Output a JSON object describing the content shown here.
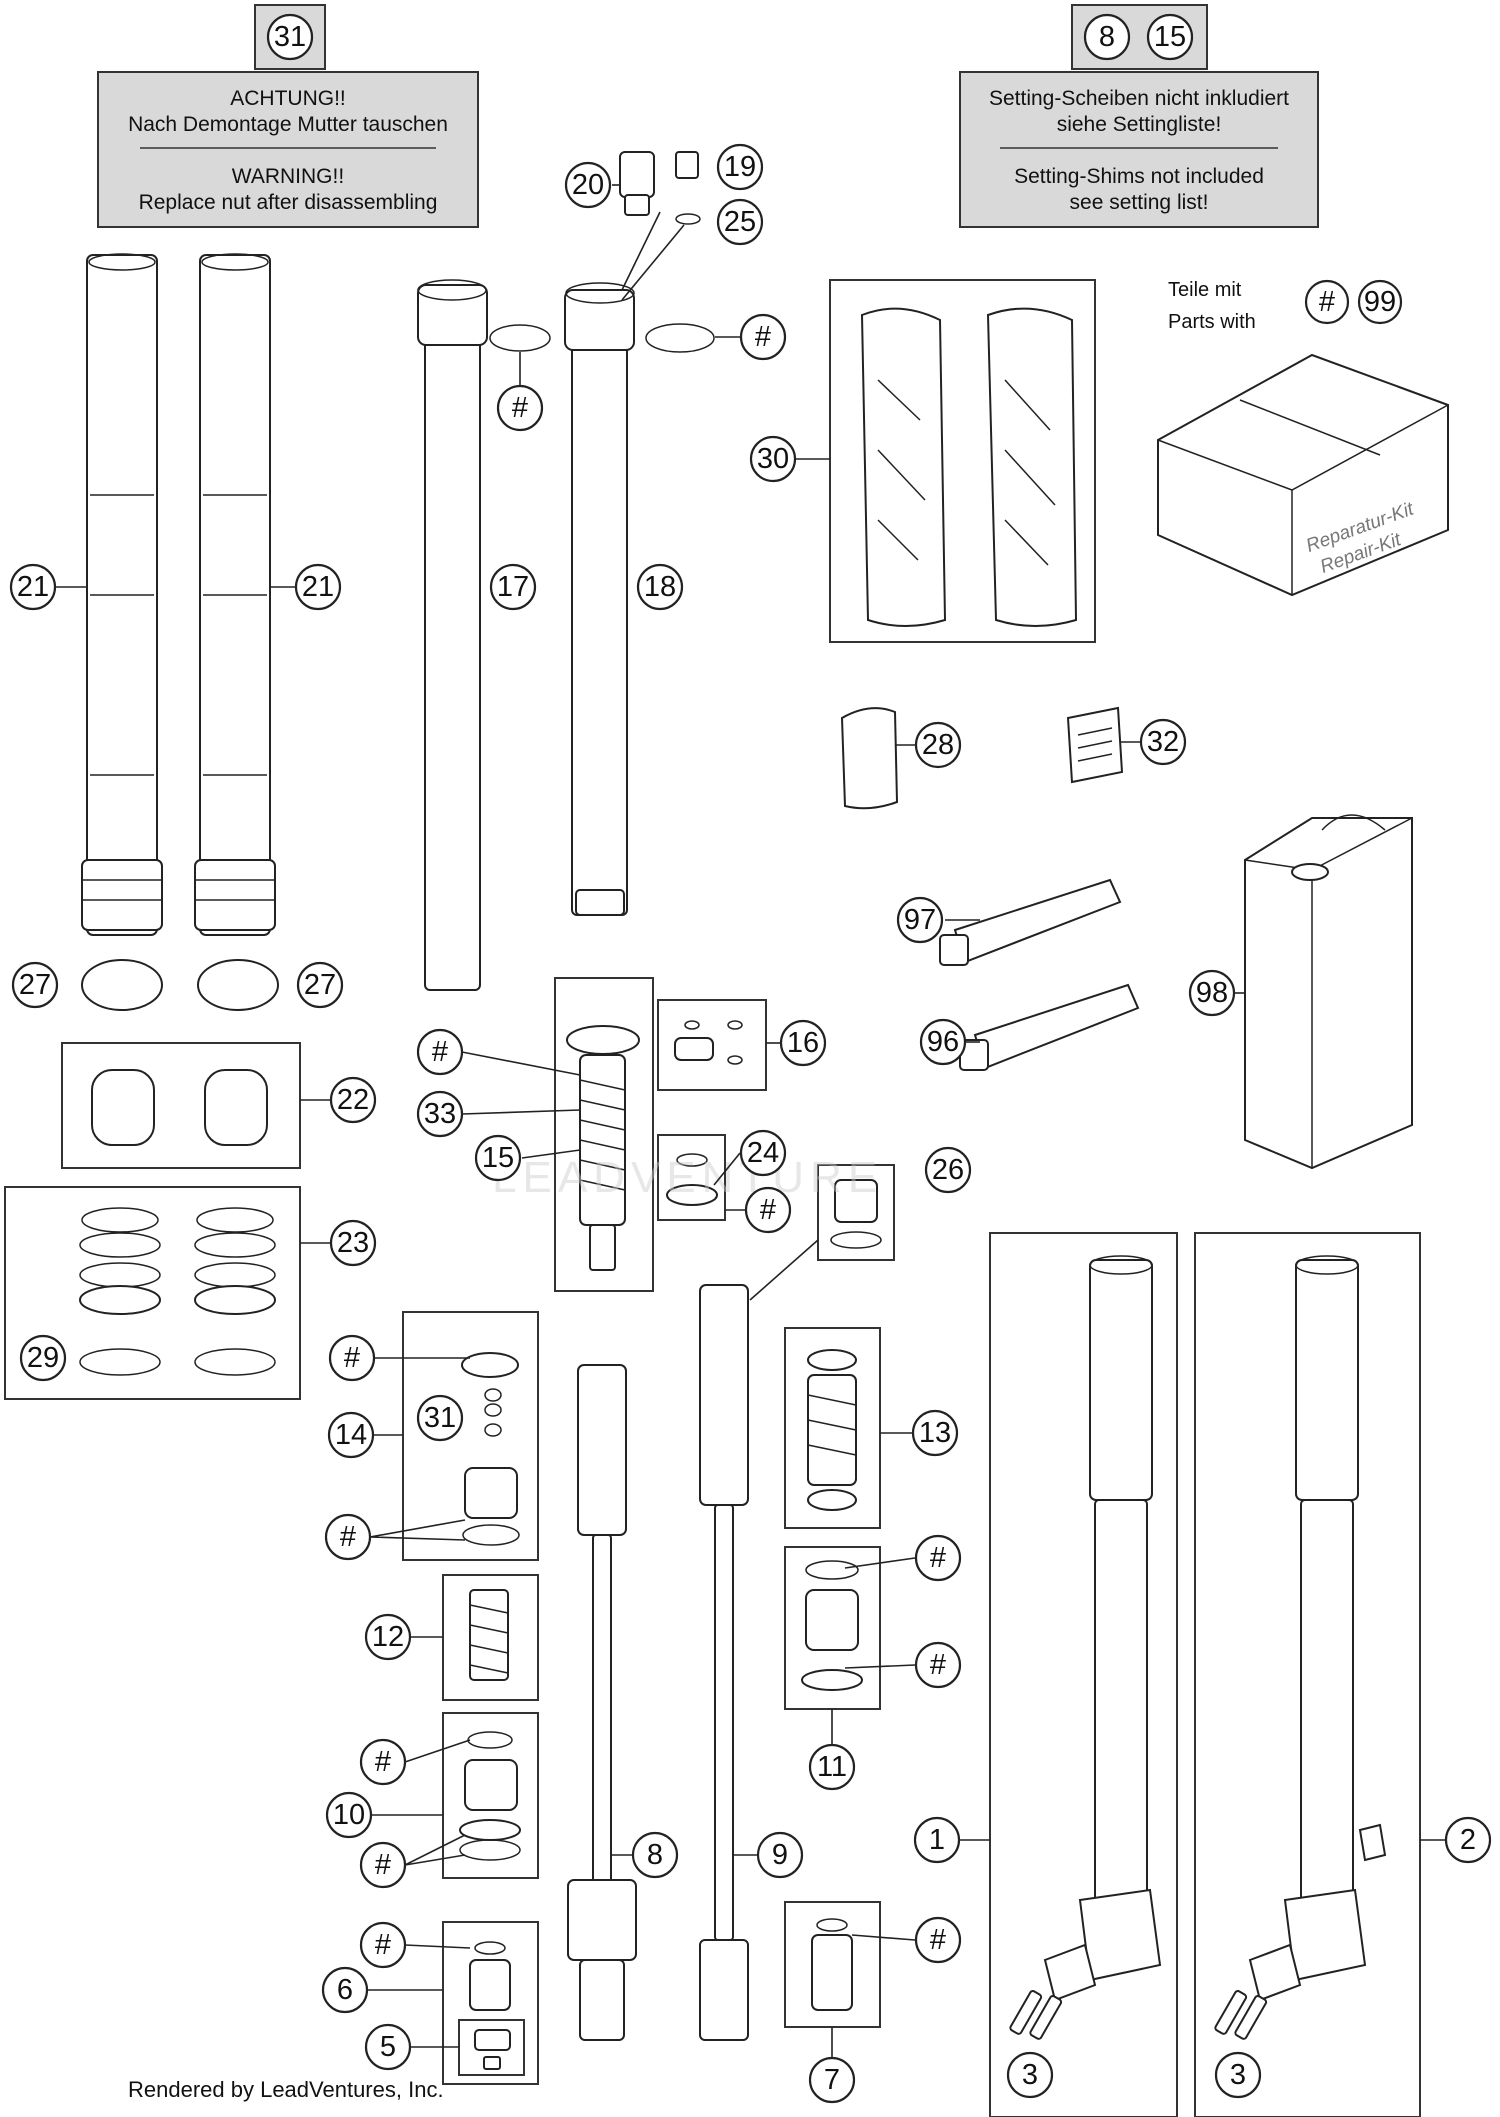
{
  "notes": {
    "warning": {
      "tag": "31",
      "de_line1": "ACHTUNG!!",
      "de_line2": "Nach Demontage Mutter tauschen",
      "en_line1": "WARNING!!",
      "en_line2": "Replace nut after disassembling"
    },
    "shims": {
      "tags": [
        "8",
        "15"
      ],
      "de_line1": "Setting-Scheiben nicht inkludiert",
      "de_line2": "siehe Settingliste!",
      "en_line1": "Setting-Shims not included",
      "en_line2": "see setting list!"
    },
    "parts_with": {
      "de": "Teile mit",
      "en": "Parts with",
      "hash": "#",
      "num": "99"
    }
  },
  "kit_label": [
    "Reparatur-Kit",
    "Repair-Kit"
  ],
  "watermark": "LEADVENTURE",
  "credit": "Rendered by LeadVentures, Inc.",
  "callouts": {
    "c21a": "21",
    "c21b": "21",
    "c17": "17",
    "c18": "18",
    "c20": "20",
    "c19": "19",
    "c25": "25",
    "c_hash_top17": "#",
    "c_hash_top18": "#",
    "c30": "30",
    "c28": "28",
    "c32": "32",
    "c97": "97",
    "c96": "96",
    "c98": "98",
    "c27a": "27",
    "c27b": "27",
    "c22": "22",
    "c23": "23",
    "c29": "29",
    "c_hash_a": "#",
    "c33": "33",
    "c15": "15",
    "c16": "16",
    "c24": "24",
    "c_hash_b": "#",
    "c26": "26",
    "c_hash_c": "#",
    "c31": "31",
    "c14": "14",
    "c_hash_d": "#",
    "c13": "13",
    "c12": "12",
    "c_hash_e": "#",
    "c_hash_f": "#",
    "c11": "11",
    "c_hash_g": "#",
    "c10": "10",
    "c_hash_h": "#",
    "c8": "8",
    "c9": "9",
    "c1": "1",
    "c2": "2",
    "c_hash_i": "#",
    "c6": "6",
    "c_hash_j": "#",
    "c5": "5",
    "c7": "7",
    "c3a": "3",
    "c3b": "3"
  }
}
